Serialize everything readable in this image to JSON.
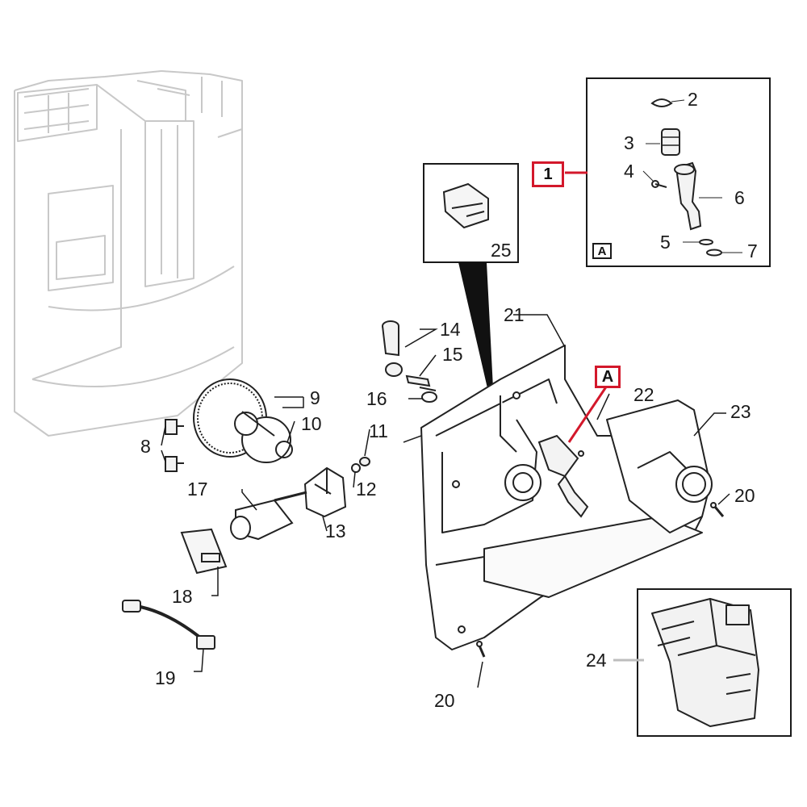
{
  "callouts": {
    "detail_ref_main": "A",
    "detail_ref_box": "A",
    "group_assembly": "1"
  },
  "labels": {
    "p2": "2",
    "p3": "3",
    "p4": "4",
    "p5": "5",
    "p6": "6",
    "p7": "7",
    "p8": "8",
    "p9": "9",
    "p10": "10",
    "p11": "11",
    "p12": "12",
    "p13": "13",
    "p14": "14",
    "p15": "15",
    "p16": "16",
    "p17": "17",
    "p18": "18",
    "p19": "19",
    "p20a": "20",
    "p20b": "20",
    "p21": "21",
    "p22": "22",
    "p23": "23",
    "p24": "24",
    "p25": "25"
  },
  "colors": {
    "callout_red": "#d3182b",
    "line_dark": "#1a1a1a",
    "line_ghost": "#c8c8c8"
  }
}
